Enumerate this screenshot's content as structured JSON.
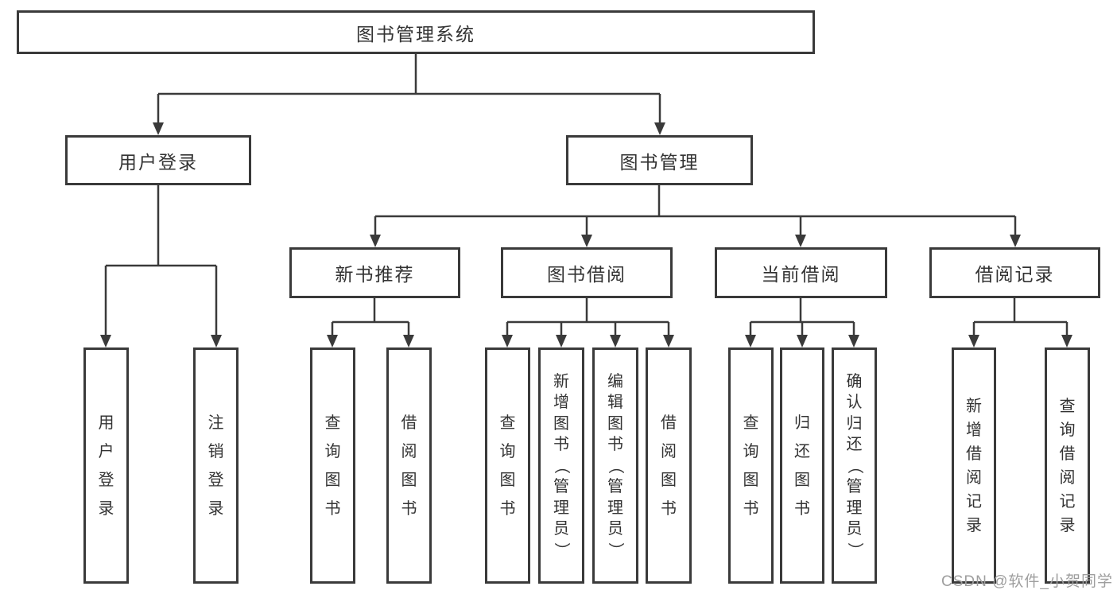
{
  "diagram": {
    "root": {
      "label": "图书管理系统"
    },
    "level2": {
      "user_login": {
        "label": "用户登录"
      },
      "book_management": {
        "label": "图书管理"
      }
    },
    "level3": {
      "new_book_recommend": {
        "label": "新书推荐"
      },
      "book_borrow": {
        "label": "图书借阅"
      },
      "current_borrow": {
        "label": "当前借阅"
      },
      "borrow_records": {
        "label": "借阅记录"
      }
    },
    "leaves": {
      "user_login": [
        "用户登录",
        "注销登录"
      ],
      "new_book_recommend": [
        "查询图书",
        "借阅图书"
      ],
      "book_borrow": [
        "查询图书",
        "新增图书（管理员）",
        "编辑图书（管理员）",
        "借阅图书"
      ],
      "current_borrow": [
        "查询图书",
        "归还图书",
        "确认归还（管理员）"
      ],
      "borrow_records": [
        "新增借阅记录",
        "查询借阅记录"
      ]
    }
  },
  "watermark": {
    "text": "CSDN @软件_小贺同学"
  },
  "colors": {
    "line": "#3a3a3a",
    "border": "#3a3a3a",
    "text": "#333333",
    "background": "#ffffff",
    "watermark": "#9e9e9e"
  }
}
